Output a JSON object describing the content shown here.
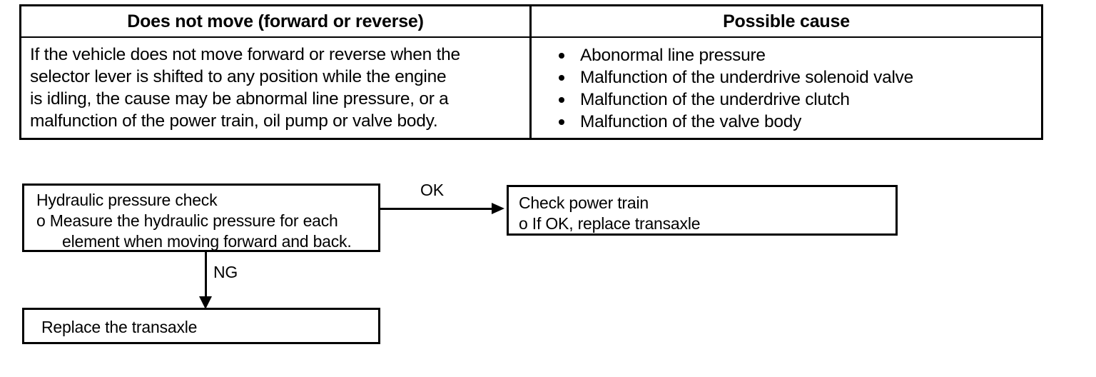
{
  "symptom_table": {
    "headers": {
      "symptom": "Does not move (forward or reverse)",
      "cause": "Possible cause"
    },
    "description_lines": [
      "If the vehicle does not move forward or reverse when the",
      "selector lever is shifted to any position while the engine",
      "is idling, the cause may be abnormal line pressure, or a",
      "malfunction of the power train, oil pump or valve body."
    ],
    "possible_causes": [
      "Abonormal line pressure",
      "Malfunction of the underdrive solenoid valve",
      "Malfunction of the underdrive clutch",
      "Malfunction of the valve body"
    ]
  },
  "flowchart": {
    "hydraulic_box": {
      "title": "Hydraulic pressure check",
      "bullet_marker": "o",
      "bullet_line_1": "Measure the hydraulic pressure for each",
      "bullet_line_2": "element when moving forward and back."
    },
    "power_train_box": {
      "title": "Check power train",
      "bullet_marker": "o",
      "bullet_line_1": "If OK, replace transaxle"
    },
    "replace_box": {
      "title": "Replace the transaxle"
    },
    "labels": {
      "ok": "OK",
      "ng": "NG"
    }
  }
}
